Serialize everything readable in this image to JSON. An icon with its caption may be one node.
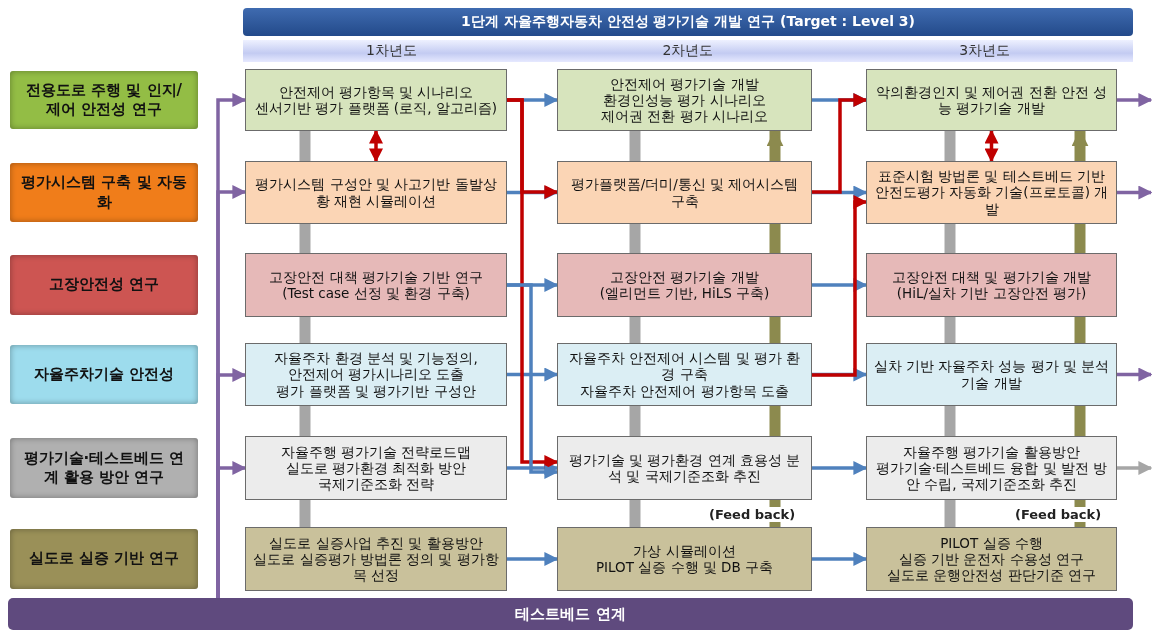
{
  "diagram": {
    "nodes": [
      {
        "text": [
          "**1단계** 자율주행자동차 안전성 평가기술 개발 연구 (Target : Level 3)"
        ]
      },
      {
        "text": [
          "1차년도",
          "2차년도",
          "3차년도"
        ]
      },
      {
        "text": [
          "전용도로 주행 및 인지/ 제어 안전성 연구"
        ]
      },
      {
        "text": [
          "안전제어 평가항목 및 시나리오",
          "센서기반 평가 플랫폼 (로직, 알고리즘)"
        ]
      },
      {
        "text": [
          "안전제어 평가기술 개발",
          "환경인성능 평가 시나리오",
          "제어권 전환 평가 시나리오"
        ]
      },
      {
        "text": [
          "악의환경인지 및 제어권 전환 안전 성능 평가기술 개발"
        ]
      },
      {
        "text": [
          "평가시스템 구축 및 자동화"
        ]
      },
      {
        "text": [
          "평가시스템 구성안 및 사고기반 돌발상황 재현 시뮬레이션"
        ]
      },
      {
        "text": [
          "평가플랫폼/더미/통신 및 제어시스템 구축"
        ]
      },
      {
        "text": [
          "표준시험 방법론 및 테스트베드 기반 안전도평가 자동화 기술(프로토콜) 개발"
        ]
      },
      {
        "text": [
          "고장안전성 연구"
        ]
      },
      {
        "text": [
          "고장안전 대책 평가기술 기반 연구",
          "(Test case 선정 및 환경 구축)"
        ]
      },
      {
        "text": [
          "고장안전 평가기술 개발",
          "(엘리먼트 기반, HiLS 구축)"
        ]
      },
      {
        "text": [
          "고장안전 대책 및 평가기술 개발",
          "(HiL/실차 기반 고장안전 평가)"
        ]
      },
      {
        "text": [
          "자율주차기술 안전성"
        ]
      },
      {
        "text": [
          "자율주차 환경 분석 및 기능정의,",
          "안전제어 평가시나리오 도출",
          "평가 플랫폼 및 평가기반 구성안"
        ]
      },
      {
        "text": [
          "자율주차 안전제어 시스템 및 평가 환경 구축",
          "자율주차 안전제어 평가항목 도출"
        ]
      },
      {
        "text": [
          "실차 기반 자율주차 성능 평가 및 분석기술 개발"
        ]
      },
      {
        "text": [
          "평가기술·테스트베드 연계 활용 방안 연구"
        ]
      },
      {
        "text": [
          "자율주행 평가기술 전략로드맵",
          "실도로 평가환경 최적화 방안",
          "국제기준조화 전략"
        ]
      },
      {
        "text": [
          "평가기술 및 평가환경 연계 효용성 분석 및 국제기준조화 추진"
        ]
      },
      {
        "text": [
          "자율주행 평가기술 활용방안",
          "평가기술·테스트베드 융합 및 발전 방안 수립, 국제기준조화 추진"
        ]
      },
      {
        "text": [
          "실도로 실증 기반 연구"
        ]
      },
      {
        "text": [
          "실도로 실증사업 추진 및 활용방안",
          "실도로 실증평가 방법론 정의 및 평가항목 선정"
        ]
      },
      {
        "text": [
          "가상 시뮬레이션",
          "PILOT 실증 수행 및 DB 구축"
        ]
      },
      {
        "text": [
          "PILOT 실증 수행",
          "실증 기반 운전자 수용성 연구",
          "실도로 운행안전성 판단기준 연구"
        ]
      },
      {
        "text": [
          "테스트베드 연계"
        ]
      }
    ],
    "edges": [
      {
        "from": 26,
        "to": 3,
        "arrow": "to",
        "color": "#8064a2"
      },
      {
        "from": 26,
        "to": 7,
        "arrow": "to",
        "color": "#8064a2"
      },
      {
        "from": 26,
        "to": 15,
        "arrow": "to",
        "color": "#8064a2"
      },
      {
        "from": 26,
        "to": 19,
        "arrow": "to",
        "color": "#8064a2"
      },
      {
        "from": 3,
        "to": 4,
        "arrow": "to"
      },
      {
        "from": 4,
        "to": 5,
        "arrow": "to"
      },
      {
        "from": 7,
        "to": 8,
        "arrow": "to"
      },
      {
        "from": 8,
        "to": 9,
        "arrow": "to"
      },
      {
        "from": 11,
        "to": 12,
        "arrow": "to"
      },
      {
        "from": 12,
        "to": 13,
        "arrow": "to"
      },
      {
        "from": 15,
        "to": 16,
        "arrow": "to"
      },
      {
        "from": 16,
        "to": 17,
        "arrow": "to"
      },
      {
        "from": 19,
        "to": 20,
        "arrow": "to"
      },
      {
        "from": 20,
        "to": 21,
        "arrow": "to"
      },
      {
        "from": 23,
        "to": 24,
        "arrow": "to"
      },
      {
        "from": 24,
        "to": 25,
        "arrow": "to"
      },
      {
        "from": 5,
        "to": null,
        "arrow": "to",
        "color": "#8064a2"
      },
      {
        "from": 9,
        "to": null,
        "arrow": "to",
        "color": "#8064a2"
      },
      {
        "from": 17,
        "to": null,
        "arrow": "to",
        "color": "#8064a2"
      },
      {
        "from": 21,
        "to": null,
        "arrow": "to",
        "color": "#a6a6a6"
      },
      {
        "from": 3,
        "to": 7,
        "arrow": "both",
        "color": "#c00000"
      },
      {
        "from": 5,
        "to": 9,
        "arrow": "both",
        "color": "#c00000"
      },
      {
        "from": 3,
        "to": 8,
        "arrow": "to",
        "color": "#c00000"
      },
      {
        "from": 3,
        "to": 20,
        "arrow": "to",
        "color": "#c00000"
      },
      {
        "from": 11,
        "to": 20,
        "arrow": "to"
      },
      {
        "from": 8,
        "to": 5,
        "arrow": "to",
        "color": "#c00000"
      },
      {
        "from": 16,
        "to": 9,
        "arrow": "to",
        "color": "#c00000"
      },
      {
        "from": 3,
        "to": 7,
        "arrow": "none",
        "style": "thick",
        "color": "#a6a6a6"
      },
      {
        "from": 7,
        "to": 11,
        "arrow": "none",
        "style": "thick",
        "color": "#a6a6a6"
      },
      {
        "from": 11,
        "to": 15,
        "arrow": "none",
        "style": "thick",
        "color": "#a6a6a6"
      },
      {
        "from": 15,
        "to": 19,
        "arrow": "none",
        "style": "thick",
        "color": "#a6a6a6"
      },
      {
        "from": 19,
        "to": 23,
        "arrow": "none",
        "style": "thick",
        "color": "#a6a6a6"
      },
      {
        "from": 4,
        "to": 8,
        "arrow": "none",
        "style": "thick",
        "color": "#a6a6a6"
      },
      {
        "from": 8,
        "to": 12,
        "arrow": "none",
        "style": "thick",
        "color": "#a6a6a6"
      },
      {
        "from": 12,
        "to": 16,
        "arrow": "none",
        "style": "thick",
        "color": "#a6a6a6"
      },
      {
        "from": 16,
        "to": 20,
        "arrow": "none",
        "style": "thick",
        "color": "#a6a6a6"
      },
      {
        "from": 20,
        "to": 24,
        "arrow": "none",
        "style": "thick",
        "color": "#a6a6a6"
      },
      {
        "from": 5,
        "to": 9,
        "arrow": "none",
        "style": "thick",
        "color": "#a6a6a6"
      },
      {
        "from": 9,
        "to": 13,
        "arrow": "none",
        "style": "thick",
        "color": "#a6a6a6"
      },
      {
        "from": 13,
        "to": 17,
        "arrow": "none",
        "style": "thick",
        "color": "#a6a6a6"
      },
      {
        "from": 17,
        "to": 21,
        "arrow": "none",
        "style": "thick",
        "color": "#a6a6a6"
      },
      {
        "from": 21,
        "to": 25,
        "arrow": "none",
        "style": "thick",
        "color": "#a6a6a6"
      },
      {
        "from": 24,
        "to": 20,
        "arrow": "none",
        "style": "thick",
        "color": "#8c8a4e",
        "label": "(Feed back)"
      },
      {
        "from": 20,
        "to": 16,
        "arrow": "none",
        "style": "thick",
        "color": "#8c8a4e"
      },
      {
        "from": 16,
        "to": 12,
        "arrow": "none",
        "style": "thick",
        "color": "#8c8a4e"
      },
      {
        "from": 12,
        "to": 8,
        "arrow": "none",
        "style": "thick",
        "color": "#8c8a4e"
      },
      {
        "from": 8,
        "to": 4,
        "arrow": "to",
        "style": "thick",
        "color": "#8c8a4e"
      },
      {
        "from": 25,
        "to": 21,
        "arrow": "none",
        "style": "thick",
        "color": "#8c8a4e",
        "label": "(Feed back)"
      },
      {
        "from": 21,
        "to": 17,
        "arrow": "none",
        "style": "thick",
        "color": "#8c8a4e"
      },
      {
        "from": 17,
        "to": 13,
        "arrow": "none",
        "style": "thick",
        "color": "#8c8a4e"
      },
      {
        "from": 13,
        "to": 9,
        "arrow": "none",
        "style": "thick",
        "color": "#8c8a4e"
      },
      {
        "from": 9,
        "to": 5,
        "arrow": "to",
        "style": "thick",
        "color": "#8c8a4e"
      }
    ]
  }
}
